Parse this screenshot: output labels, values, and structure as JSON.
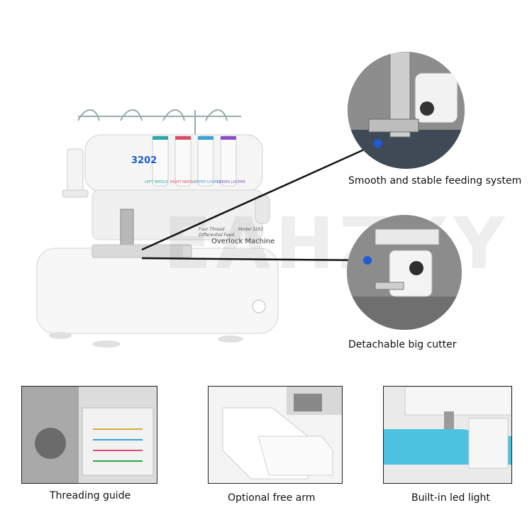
{
  "machine": {
    "model_number": "3202",
    "panel_line1": "Four Thread",
    "panel_line2": "Differential Feed",
    "panel_model": "Model 3202",
    "panel_title": "Overlock Machine",
    "dials": [
      "LEFT NEEDLE",
      "RIGHT NEEDLE",
      "UPPER LOOPER",
      "LOWER LOOPER"
    ],
    "dial_colors": [
      "#2aa8a8",
      "#e04a6a",
      "#3aa0d8",
      "#8a4fc8"
    ]
  },
  "watermark": "EAHZXY",
  "callouts": [
    {
      "label": "Smooth and stable feeding system"
    },
    {
      "label": "Detachable big cutter"
    }
  ],
  "thumbnails": [
    {
      "label": "Threading guide"
    },
    {
      "label": "Optional free arm"
    },
    {
      "label": "Built-in led light"
    }
  ],
  "colors": {
    "callout_dot": "#1f5bd6",
    "led_fabric": "#4cc3e0"
  }
}
